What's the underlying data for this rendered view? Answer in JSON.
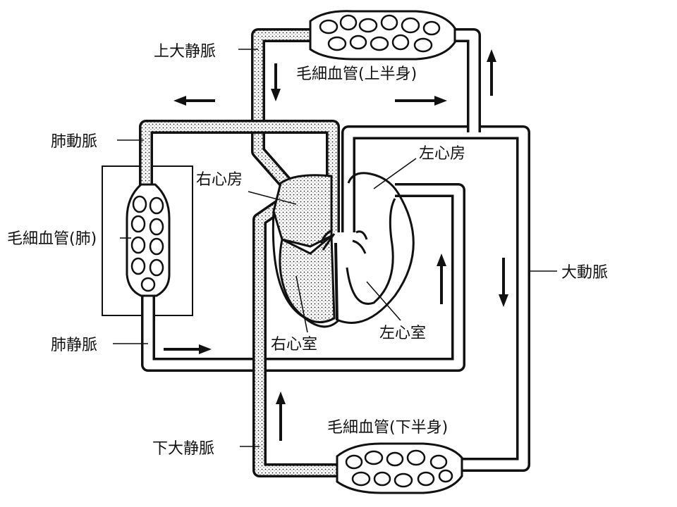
{
  "labels": {
    "superior_vena_cava": "上大静脈",
    "capillary_upper": "毛細血管(上半身)",
    "pulmonary_artery": "肺動脈",
    "right_atrium": "右心房",
    "left_atrium": "左心房",
    "capillary_lung": "毛細血管(肺)",
    "aorta": "大動脈",
    "right_ventricle": "右心室",
    "left_ventricle": "左心室",
    "pulmonary_vein": "肺静脈",
    "capillary_lower": "毛細血管(下半身)",
    "inferior_vena_cava": "下大静脈"
  },
  "colors": {
    "line": "#111111",
    "background": "#ffffff"
  }
}
